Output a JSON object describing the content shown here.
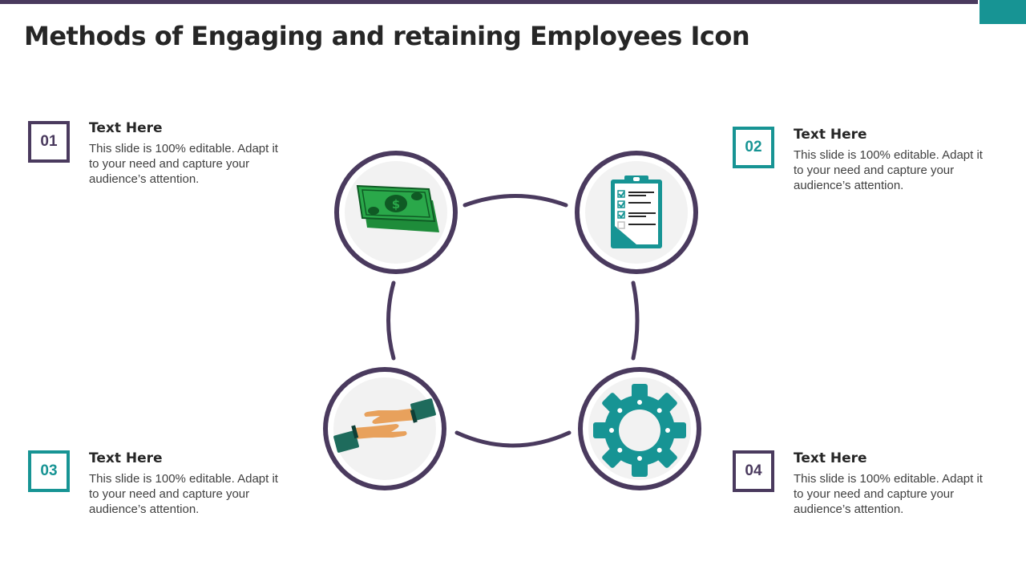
{
  "title": "Methods of Engaging and retaining Employees Icon",
  "colors": {
    "accent_purple": "#4a3a5e",
    "accent_teal": "#179494",
    "money_green": "#1e8c3a"
  },
  "items": [
    {
      "number": "01",
      "heading": "Text Here",
      "body": "This slide is 100% editable. Adapt it to your need and capture your audience’s attention.",
      "icon": "money-icon"
    },
    {
      "number": "02",
      "heading": "Text Here",
      "body": "This slide is 100% editable. Adapt it to your need and capture your audience’s attention.",
      "icon": "clipboard-checklist-icon"
    },
    {
      "number": "03",
      "heading": "Text Here",
      "body": "This slide is 100% editable. Adapt it to your need and capture your audience’s attention.",
      "icon": "handshake-hands-icon"
    },
    {
      "number": "04",
      "heading": "Text Here",
      "body": "This slide is 100% editable. Adapt it to your need and capture your audience’s attention.",
      "icon": "gear-icon"
    }
  ]
}
